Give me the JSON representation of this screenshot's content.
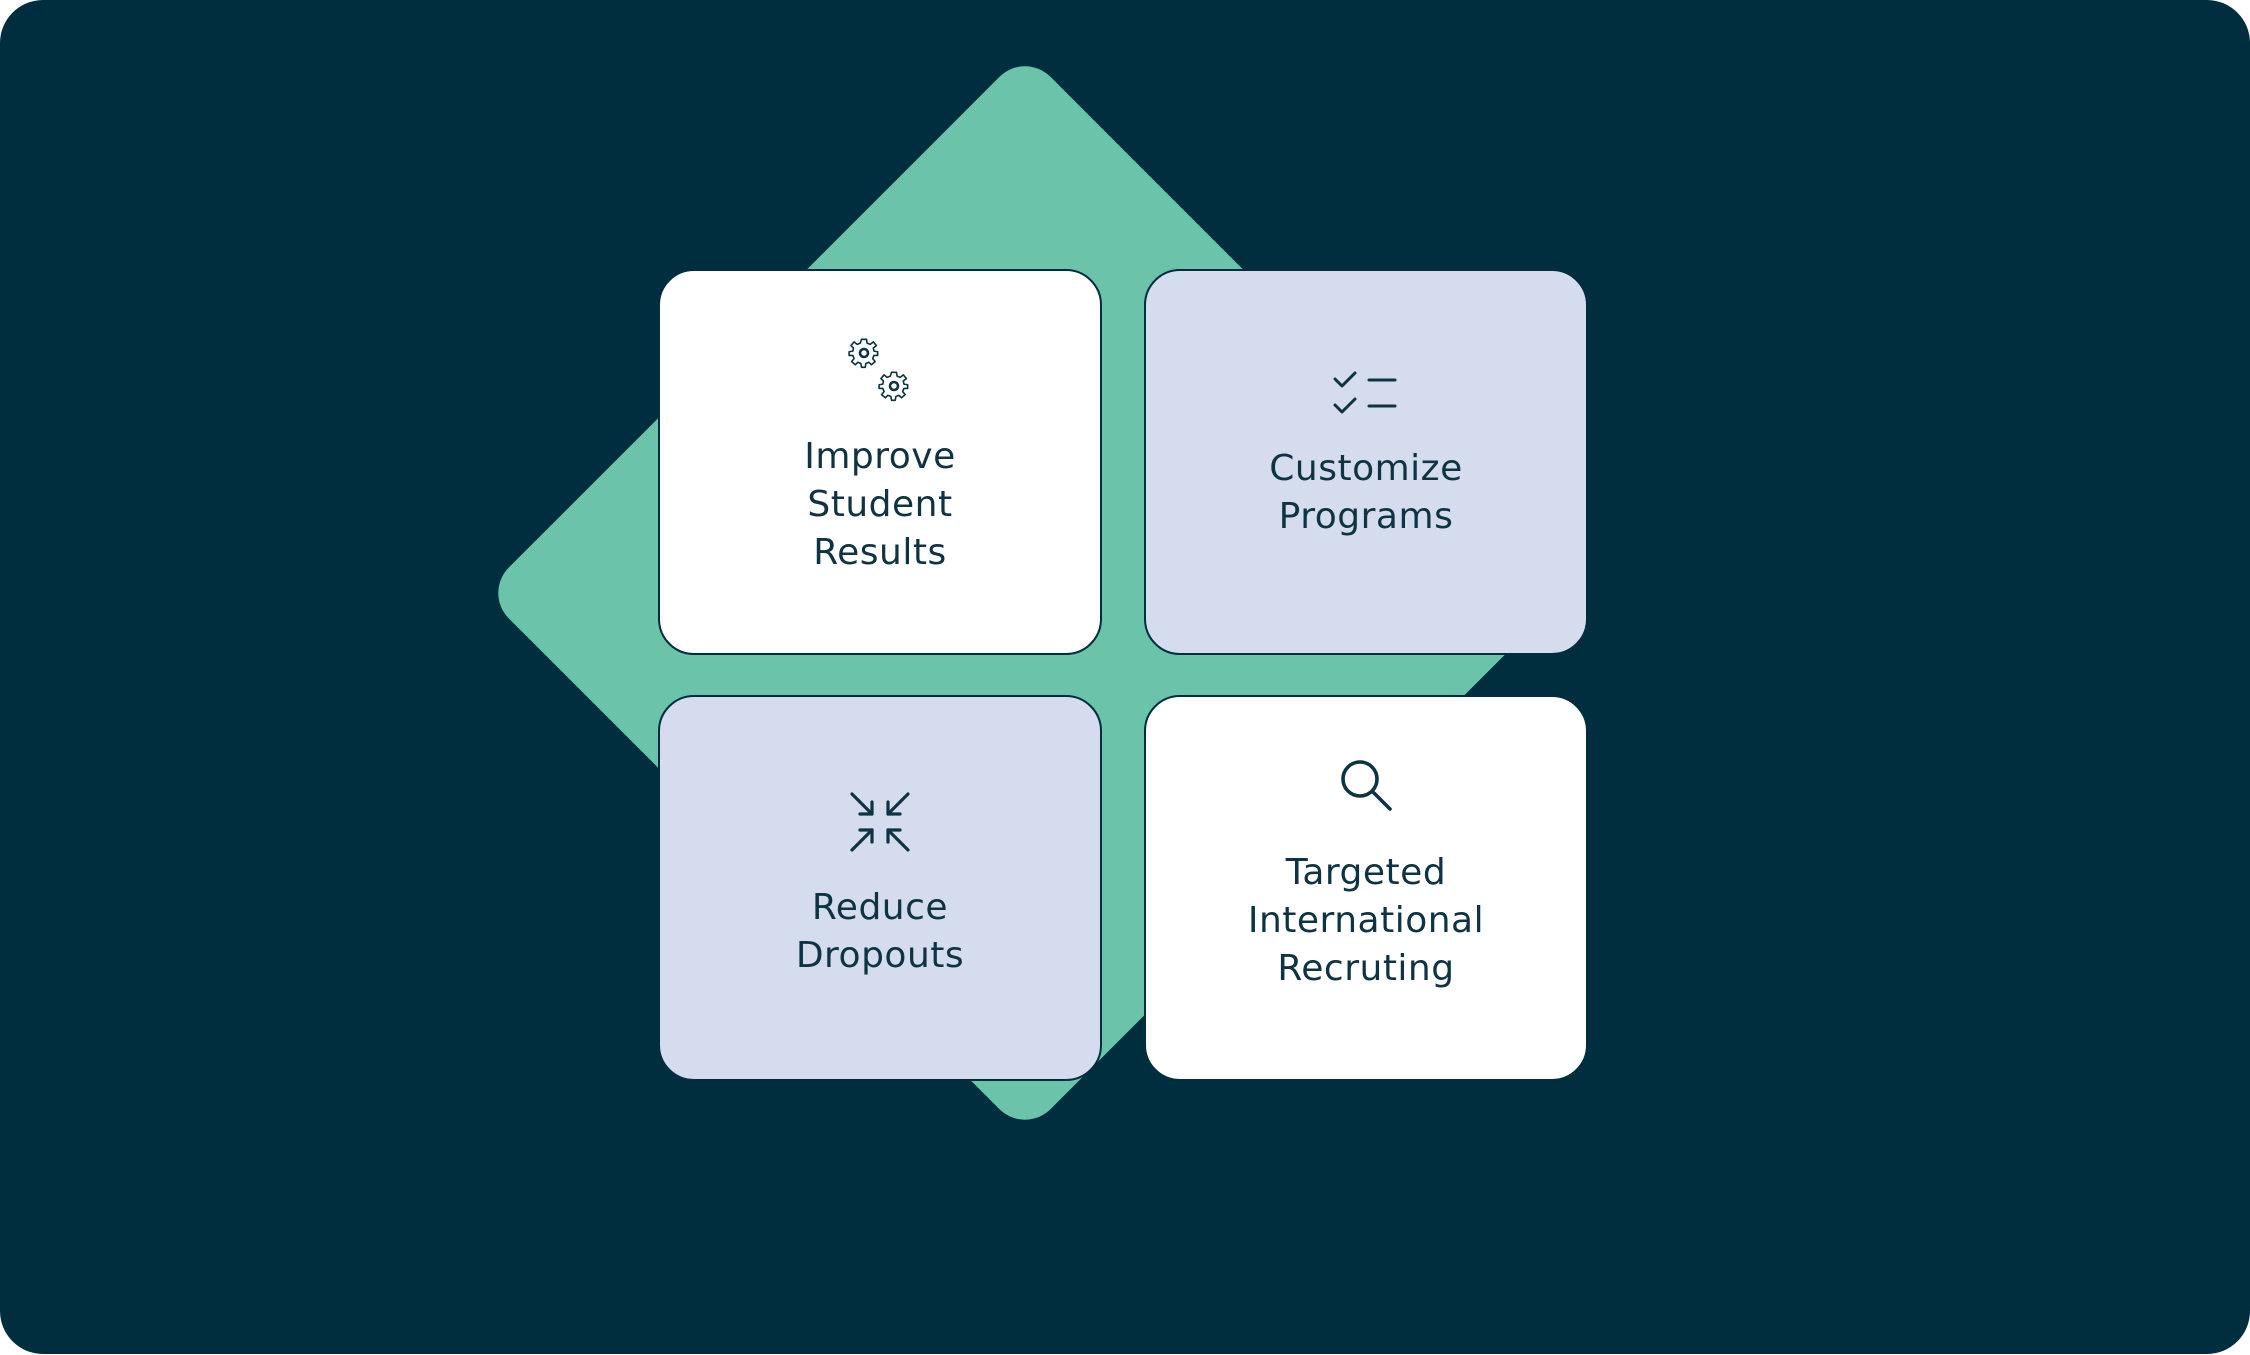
{
  "colors": {
    "background": "#002e3f",
    "diamond": "#6bc3aa",
    "card_white": "#ffffff",
    "card_blue": "#d4dcee",
    "text": "#0e3444"
  },
  "cards": [
    {
      "label": "Improve\nStudent\nResults",
      "icon": "gears-icon"
    },
    {
      "label": "Customize\nPrograms",
      "icon": "checklist-icon"
    },
    {
      "label": "Reduce\nDropouts",
      "icon": "collapse-arrows-icon"
    },
    {
      "label": "Targeted\nInternational\nRecruting",
      "icon": "search-icon"
    }
  ]
}
